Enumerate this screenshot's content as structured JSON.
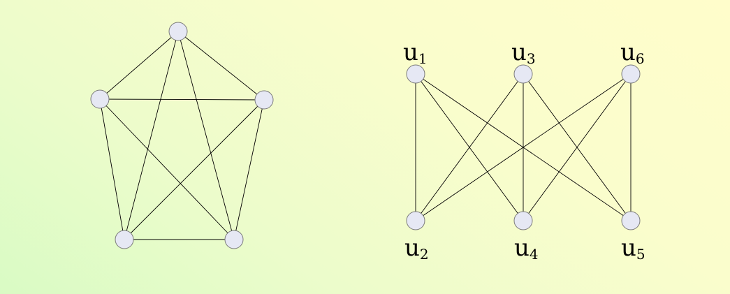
{
  "colors": {
    "node_fill": "#e6e8f4",
    "node_stroke": "#7a7a7a",
    "edge": "#000000"
  },
  "left_graph": {
    "vertices": [
      "top",
      "left",
      "right",
      "bottom_left",
      "bottom_right"
    ],
    "edges": [
      [
        "top",
        "left"
      ],
      [
        "top",
        "right"
      ],
      [
        "top",
        "bottom_left"
      ],
      [
        "top",
        "bottom_right"
      ],
      [
        "left",
        "right"
      ],
      [
        "left",
        "bottom_left"
      ],
      [
        "left",
        "bottom_right"
      ],
      [
        "right",
        "bottom_left"
      ],
      [
        "right",
        "bottom_right"
      ],
      [
        "bottom_left",
        "bottom_right"
      ]
    ]
  },
  "right_graph": {
    "vertices": [
      {
        "id": "u1",
        "name": "u",
        "sub": "1"
      },
      {
        "id": "u3",
        "name": "u",
        "sub": "3"
      },
      {
        "id": "u6",
        "name": "u",
        "sub": "6"
      },
      {
        "id": "u2",
        "name": "u",
        "sub": "2"
      },
      {
        "id": "u4",
        "name": "u",
        "sub": "4"
      },
      {
        "id": "u5",
        "name": "u",
        "sub": "5"
      }
    ],
    "edges": [
      [
        "u1",
        "u2"
      ],
      [
        "u1",
        "u4"
      ],
      [
        "u1",
        "u5"
      ],
      [
        "u3",
        "u2"
      ],
      [
        "u3",
        "u4"
      ],
      [
        "u3",
        "u5"
      ],
      [
        "u6",
        "u2"
      ],
      [
        "u6",
        "u4"
      ],
      [
        "u6",
        "u5"
      ]
    ]
  }
}
